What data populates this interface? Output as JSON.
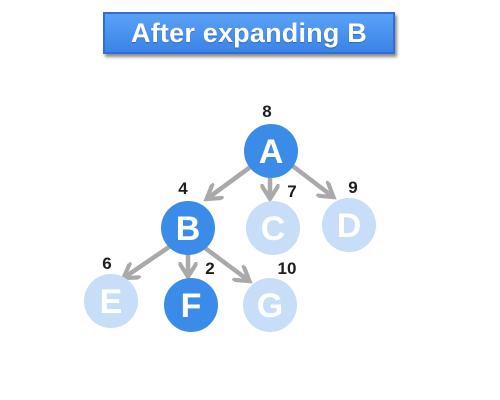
{
  "title": "After expanding B",
  "colors": {
    "expanded_node": "#3b8ce8",
    "frontier_node": "#c7ddf8",
    "edge": "#a9a9a9",
    "banner": "#4a93ee"
  },
  "nodes": [
    {
      "id": "A",
      "label": "A",
      "value": "8",
      "state": "expanded"
    },
    {
      "id": "B",
      "label": "B",
      "value": "4",
      "state": "expanded"
    },
    {
      "id": "C",
      "label": "C",
      "value": "7",
      "state": "frontier"
    },
    {
      "id": "D",
      "label": "D",
      "value": "9",
      "state": "frontier"
    },
    {
      "id": "E",
      "label": "E",
      "value": "6",
      "state": "frontier"
    },
    {
      "id": "F",
      "label": "F",
      "value": "2",
      "state": "expanded"
    },
    {
      "id": "G",
      "label": "G",
      "value": "10",
      "state": "frontier"
    }
  ],
  "edges": [
    {
      "from": "A",
      "to": "B"
    },
    {
      "from": "A",
      "to": "C"
    },
    {
      "from": "A",
      "to": "D"
    },
    {
      "from": "B",
      "to": "E"
    },
    {
      "from": "B",
      "to": "F"
    },
    {
      "from": "B",
      "to": "G"
    }
  ]
}
